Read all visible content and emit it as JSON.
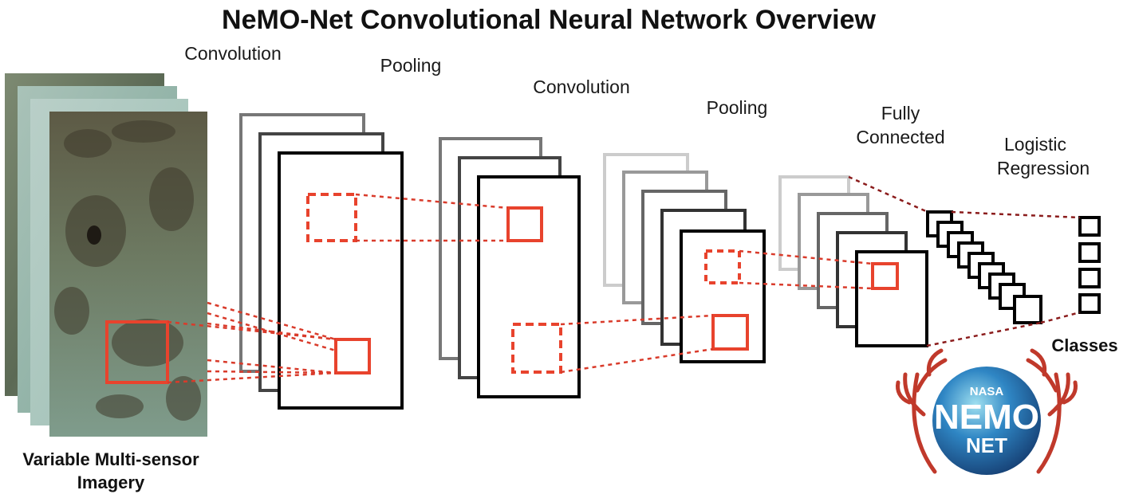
{
  "title": "NeMO-Net Convolutional Neural Network Overview",
  "stages": {
    "conv1": "Convolution",
    "pool1": "Pooling",
    "conv2": "Convolution",
    "pool2": "Pooling",
    "fc_line1": "Fully",
    "fc_line2": "Connected",
    "lr_line1": "Logistic",
    "lr_line2": "Regression"
  },
  "input_label_line1": "Variable Multi-sensor",
  "input_label_line2": "Imagery",
  "output_label": "Classes",
  "logo": {
    "nasa": "NASA",
    "nemo": "NEMO",
    "net": "NET"
  },
  "colors": {
    "accent_red": "#e8432d",
    "dashed_red": "#d93b2b",
    "connector_dark_red": "#8b1c1c",
    "layer_black": "#000000",
    "layer_gray_dark": "#555555",
    "layer_gray_mid": "#777777",
    "layer_gray_light": "#cccccc",
    "coral": "#c0392b",
    "globe": "#2d6fae"
  }
}
